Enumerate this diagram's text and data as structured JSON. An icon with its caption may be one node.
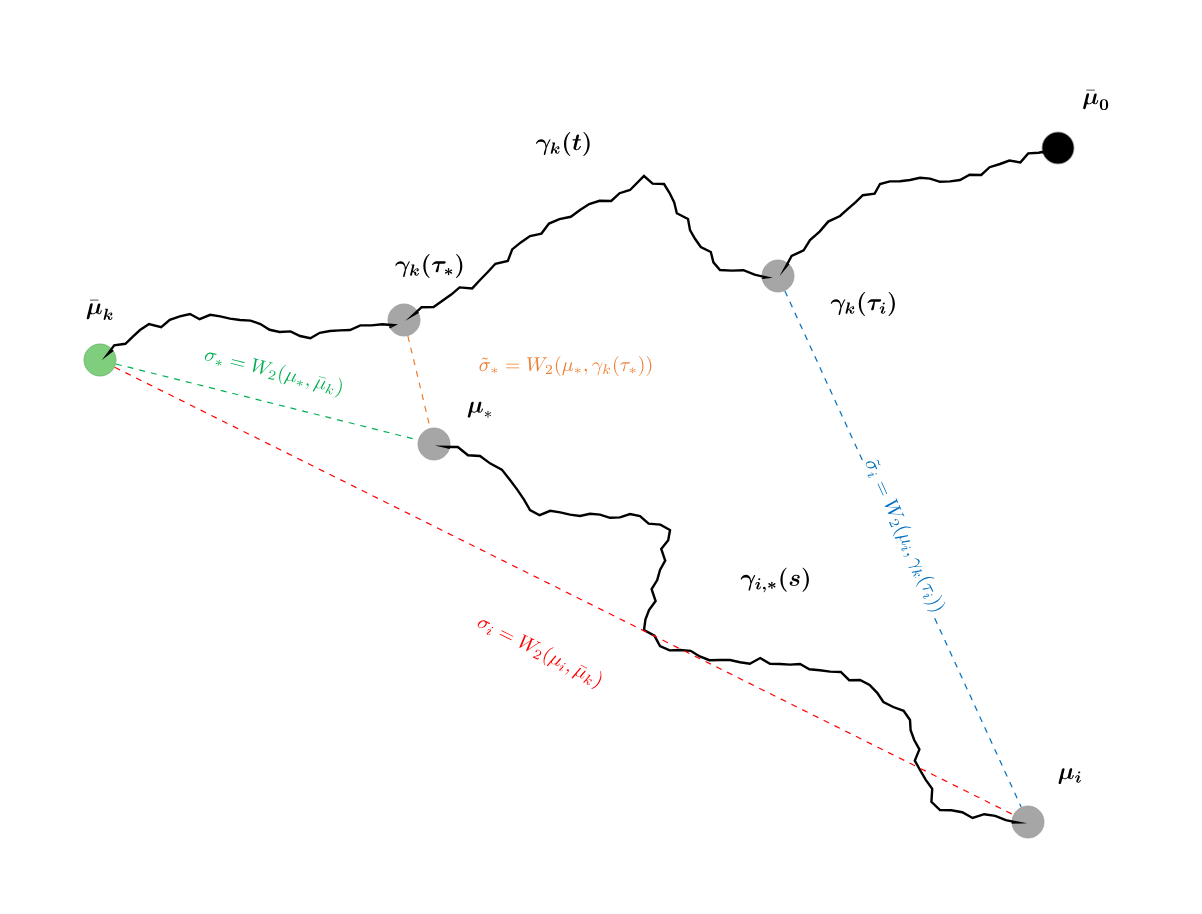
{
  "diagram": {
    "nodes": [
      {
        "text": [
          "\\bar{\\boldsymbol{\\mu}}_{\\boldsymbol{k}}"
        ]
      },
      {
        "text": [
          "\\boldsymbol{\\gamma_k(\\tau_*)}"
        ]
      },
      {
        "text": [
          "\\boldsymbol{\\mu}_*"
        ]
      },
      {
        "text": [
          "\\boldsymbol{\\gamma_k(\\tau_i)}"
        ]
      },
      {
        "text": [
          "\\bar{\\boldsymbol{\\mu}}_{\\boldsymbol{0}}"
        ]
      },
      {
        "text": [
          "\\boldsymbol{\\mu_i}"
        ]
      }
    ],
    "edges": [
      {
        "from": 0,
        "to": 1,
        "arrow": "none"
      },
      {
        "from": 1,
        "to": 3,
        "arrow": "none",
        "label": "\\boldsymbol{\\gamma_k(t)}"
      },
      {
        "from": 3,
        "to": 4,
        "arrow": "none"
      },
      {
        "from": 2,
        "to": 5,
        "arrow": "none",
        "label": "\\boldsymbol{\\gamma_{i,*}(s)}"
      },
      {
        "from": 0,
        "to": 2,
        "arrow": "none",
        "style": "dashed",
        "color": "#00b050",
        "label": "\\sigma_* = W_2(\\mu_*, \\bar{\\mu}_k)"
      },
      {
        "from": 1,
        "to": 2,
        "arrow": "none",
        "style": "dashed",
        "color": "#ed7d31",
        "label": "\\tilde{\\sigma}_* = W_2(\\mu_*, \\gamma_k(\\tau_*))"
      },
      {
        "from": 0,
        "to": 5,
        "arrow": "none",
        "style": "dashed",
        "color": "#ff0000",
        "label": "\\sigma_i = W_2(\\mu_i, \\bar{\\mu}_k)"
      },
      {
        "from": 3,
        "to": 5,
        "arrow": "none",
        "style": "dashed",
        "color": "#0070c0",
        "label": "\\tilde{\\sigma}_i = W_2(\\mu_i, \\gamma_k(\\tau_i))"
      }
    ]
  }
}
